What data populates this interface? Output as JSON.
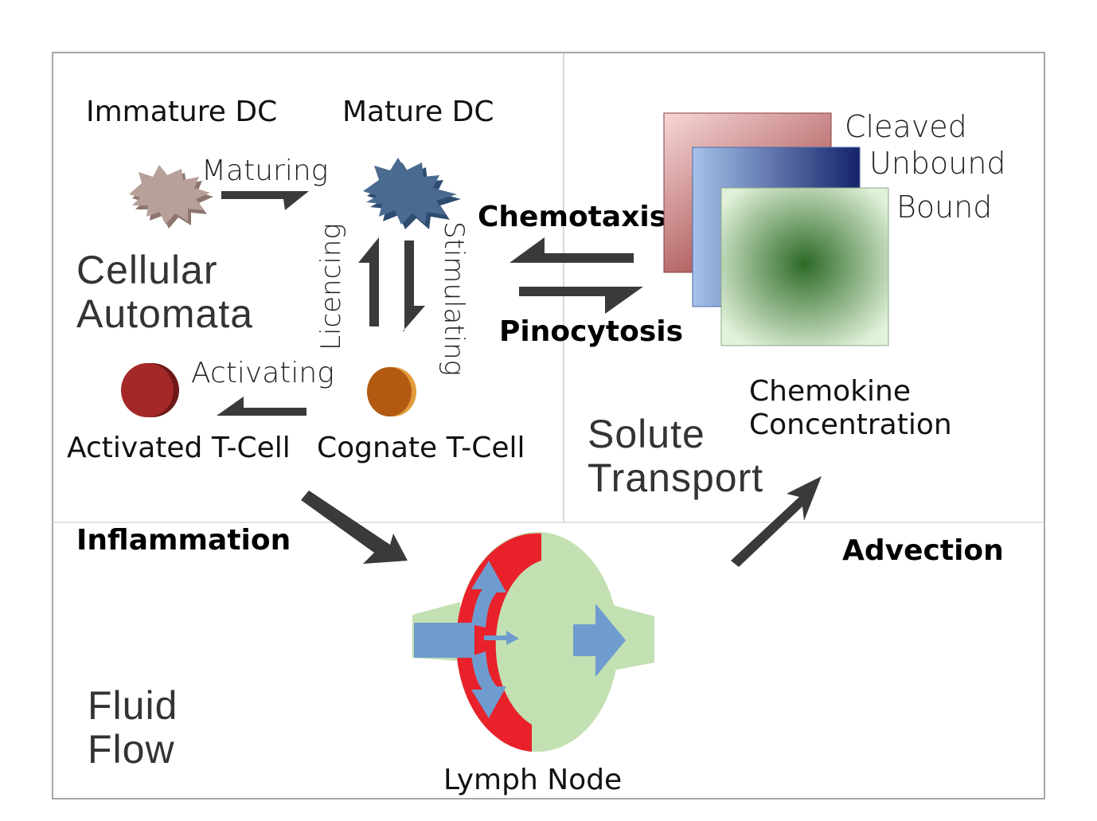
{
  "sections": {
    "cellular_automata": [
      "Cellular",
      "Automata"
    ],
    "solute_transport": [
      "Solute",
      "Transport"
    ],
    "fluid_flow": [
      "Fluid",
      "Flow"
    ]
  },
  "cells": {
    "immature_dc": "Immature DC",
    "mature_dc": "Mature DC",
    "activated_tcell": "Activated T-Cell",
    "cognate_tcell": "Cognate T-Cell"
  },
  "processes": {
    "maturing": "Maturing",
    "licencing": "Licencing",
    "stimulating": "Stimulating",
    "activating": "Activating",
    "chemotaxis": "Chemotaxis",
    "pinocytosis": "Pinocytosis",
    "inflammation": "Inflammation",
    "advection": "Advection"
  },
  "chemokine": {
    "layers": [
      "Cleaved",
      "Unbound",
      "Bound"
    ],
    "title": [
      "Chemokine",
      "Concentration"
    ]
  },
  "lymph_node": "Lymph Node",
  "colors": {
    "arrow": "#3a3a3a",
    "immature_dc": "#b7a097",
    "mature_dc": "#4a6a90",
    "activated_tcell": "#a52828",
    "cognate_tcell": "#b25a12",
    "cleaved": "#a84a4a",
    "unbound": "#1c2a6a",
    "bound": "#2f6a2a",
    "lymph_green": "#c3e0b2",
    "lymph_red": "#e8212a",
    "lymph_blue": "#6f9ccf"
  }
}
